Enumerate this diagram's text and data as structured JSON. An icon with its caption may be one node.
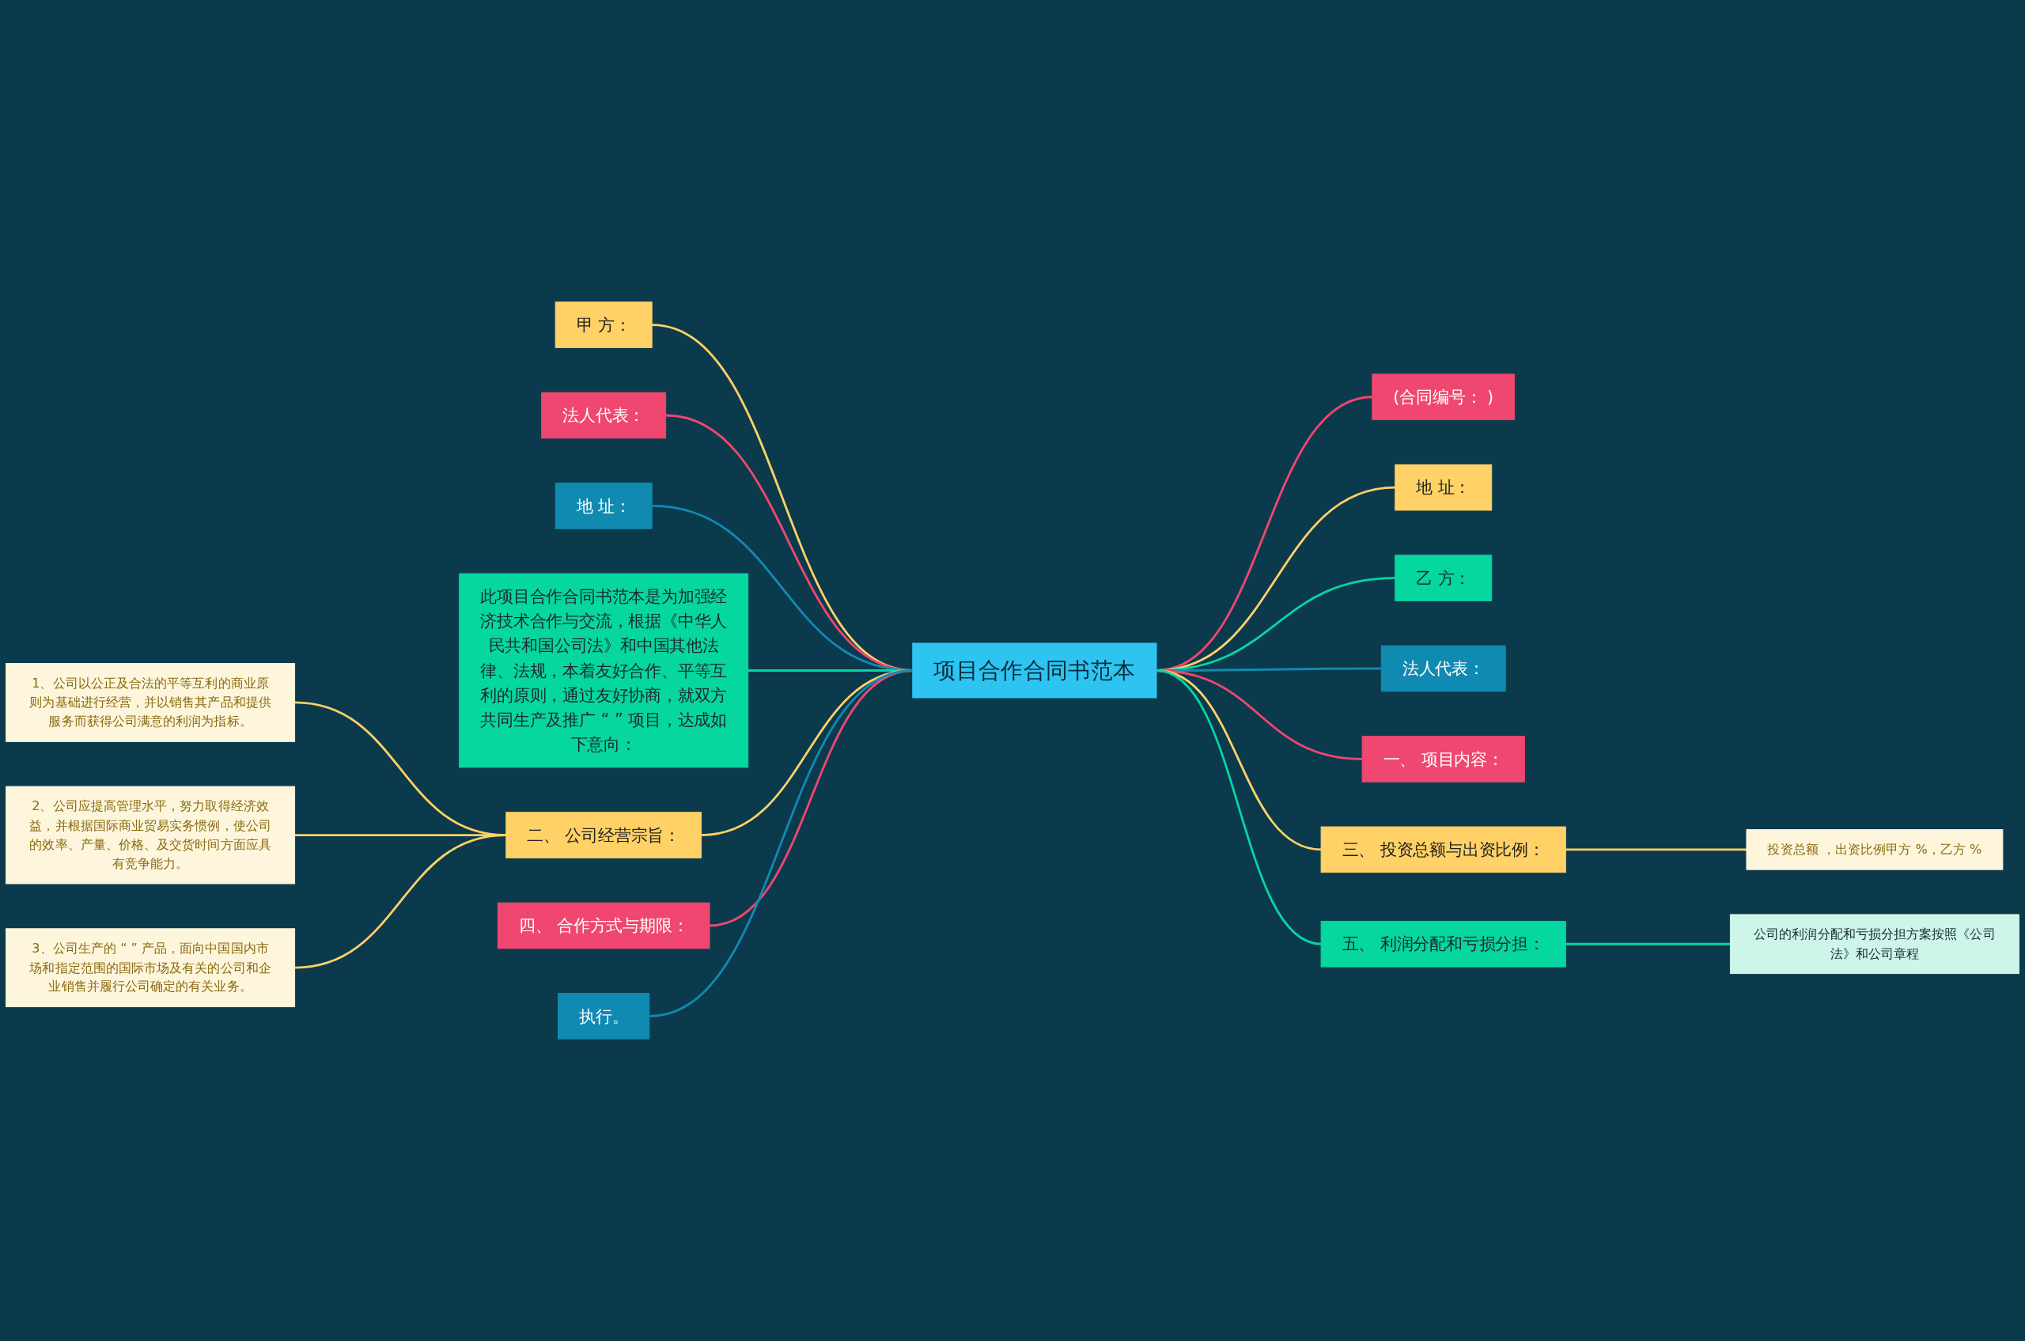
{
  "diagram": {
    "nodes": [
      {
        "text": [
          "项目合作合同书范本"
        ]
      },
      {
        "text": [
          "甲 方："
        ]
      },
      {
        "text": [
          "法人代表："
        ]
      },
      {
        "text": [
          "地 址："
        ]
      },
      {
        "text": [
          "此项目合作合同书范本是为加强经济技术合作与交流，根据《中华人民共和国公司法》和中国其他法律、法规，本着友好合作、平等互利的原则，通过友好协商，就双方共同生产及推广 “ ” 项目，达成如下意向："
        ]
      },
      {
        "text": [
          "二、 公司经营宗旨："
        ]
      },
      {
        "text": [
          "1、公司以公正及合法的平等互利的商业原则为基础进行经营，并以销售其产品和提供服务而获得公司满意的利润为指标。"
        ]
      },
      {
        "text": [
          "2、公司应提高管理水平，努力取得经济效益，并根据国际商业贸易实务惯例，使公司的效率、产量、价格、及交货时间方面应具有竞争能力。"
        ]
      },
      {
        "text": [
          "3、公司生产的 “ ” 产品，面向中国国内市场和指定范围的国际市场及有关的公司和企业销售并履行公司确定的有关业务。"
        ]
      },
      {
        "text": [
          "四、 合作方式与期限："
        ]
      },
      {
        "text": [
          "执行。"
        ]
      },
      {
        "text": [
          "(合同编号： )"
        ]
      },
      {
        "text": [
          "地 址："
        ]
      },
      {
        "text": [
          "乙 方："
        ]
      },
      {
        "text": [
          "法人代表："
        ]
      },
      {
        "text": [
          "一、 项目内容："
        ]
      },
      {
        "text": [
          "三、 投资总额与出资比例："
        ]
      },
      {
        "text": [
          "投资总额 ，出资比例甲方 %，乙方 %"
        ]
      },
      {
        "text": [
          "五、 利润分配和亏损分担："
        ]
      },
      {
        "text": [
          "公司的利润分配和亏损分担方案按照《公司法》和公司章程"
        ]
      }
    ],
    "edges": [
      {
        "from": 1,
        "to": 0,
        "arrow": "none",
        "color": "#ffd166"
      },
      {
        "from": 2,
        "to": 0,
        "arrow": "none",
        "color": "#ef476f"
      },
      {
        "from": 3,
        "to": 0,
        "arrow": "none",
        "color": "#118ab2"
      },
      {
        "from": 4,
        "to": 0,
        "arrow": "none",
        "color": "#06d6a0"
      },
      {
        "from": 5,
        "to": 0,
        "arrow": "none",
        "color": "#ffd166"
      },
      {
        "from": 6,
        "to": 5,
        "arrow": "none",
        "color": "#ffd166"
      },
      {
        "from": 7,
        "to": 5,
        "arrow": "none",
        "color": "#ffd166"
      },
      {
        "from": 8,
        "to": 5,
        "arrow": "none",
        "color": "#ffd166"
      },
      {
        "from": 9,
        "to": 0,
        "arrow": "none",
        "color": "#ef476f"
      },
      {
        "from": 10,
        "to": 0,
        "arrow": "none",
        "color": "#118ab2"
      },
      {
        "from": 0,
        "to": 11,
        "arrow": "none",
        "color": "#ef476f"
      },
      {
        "from": 0,
        "to": 12,
        "arrow": "none",
        "color": "#ffd166"
      },
      {
        "from": 0,
        "to": 13,
        "arrow": "none",
        "color": "#06d6a0"
      },
      {
        "from": 0,
        "to": 14,
        "arrow": "none",
        "color": "#118ab2"
      },
      {
        "from": 0,
        "to": 15,
        "arrow": "none",
        "color": "#ef476f"
      },
      {
        "from": 0,
        "to": 16,
        "arrow": "none",
        "color": "#ffd166"
      },
      {
        "from": 16,
        "to": 17,
        "arrow": "none",
        "color": "#ffd166"
      },
      {
        "from": 0,
        "to": 18,
        "arrow": "none",
        "color": "#06d6a0"
      },
      {
        "from": 18,
        "to": 19,
        "arrow": "none",
        "color": "#06d6a0"
      }
    ]
  }
}
